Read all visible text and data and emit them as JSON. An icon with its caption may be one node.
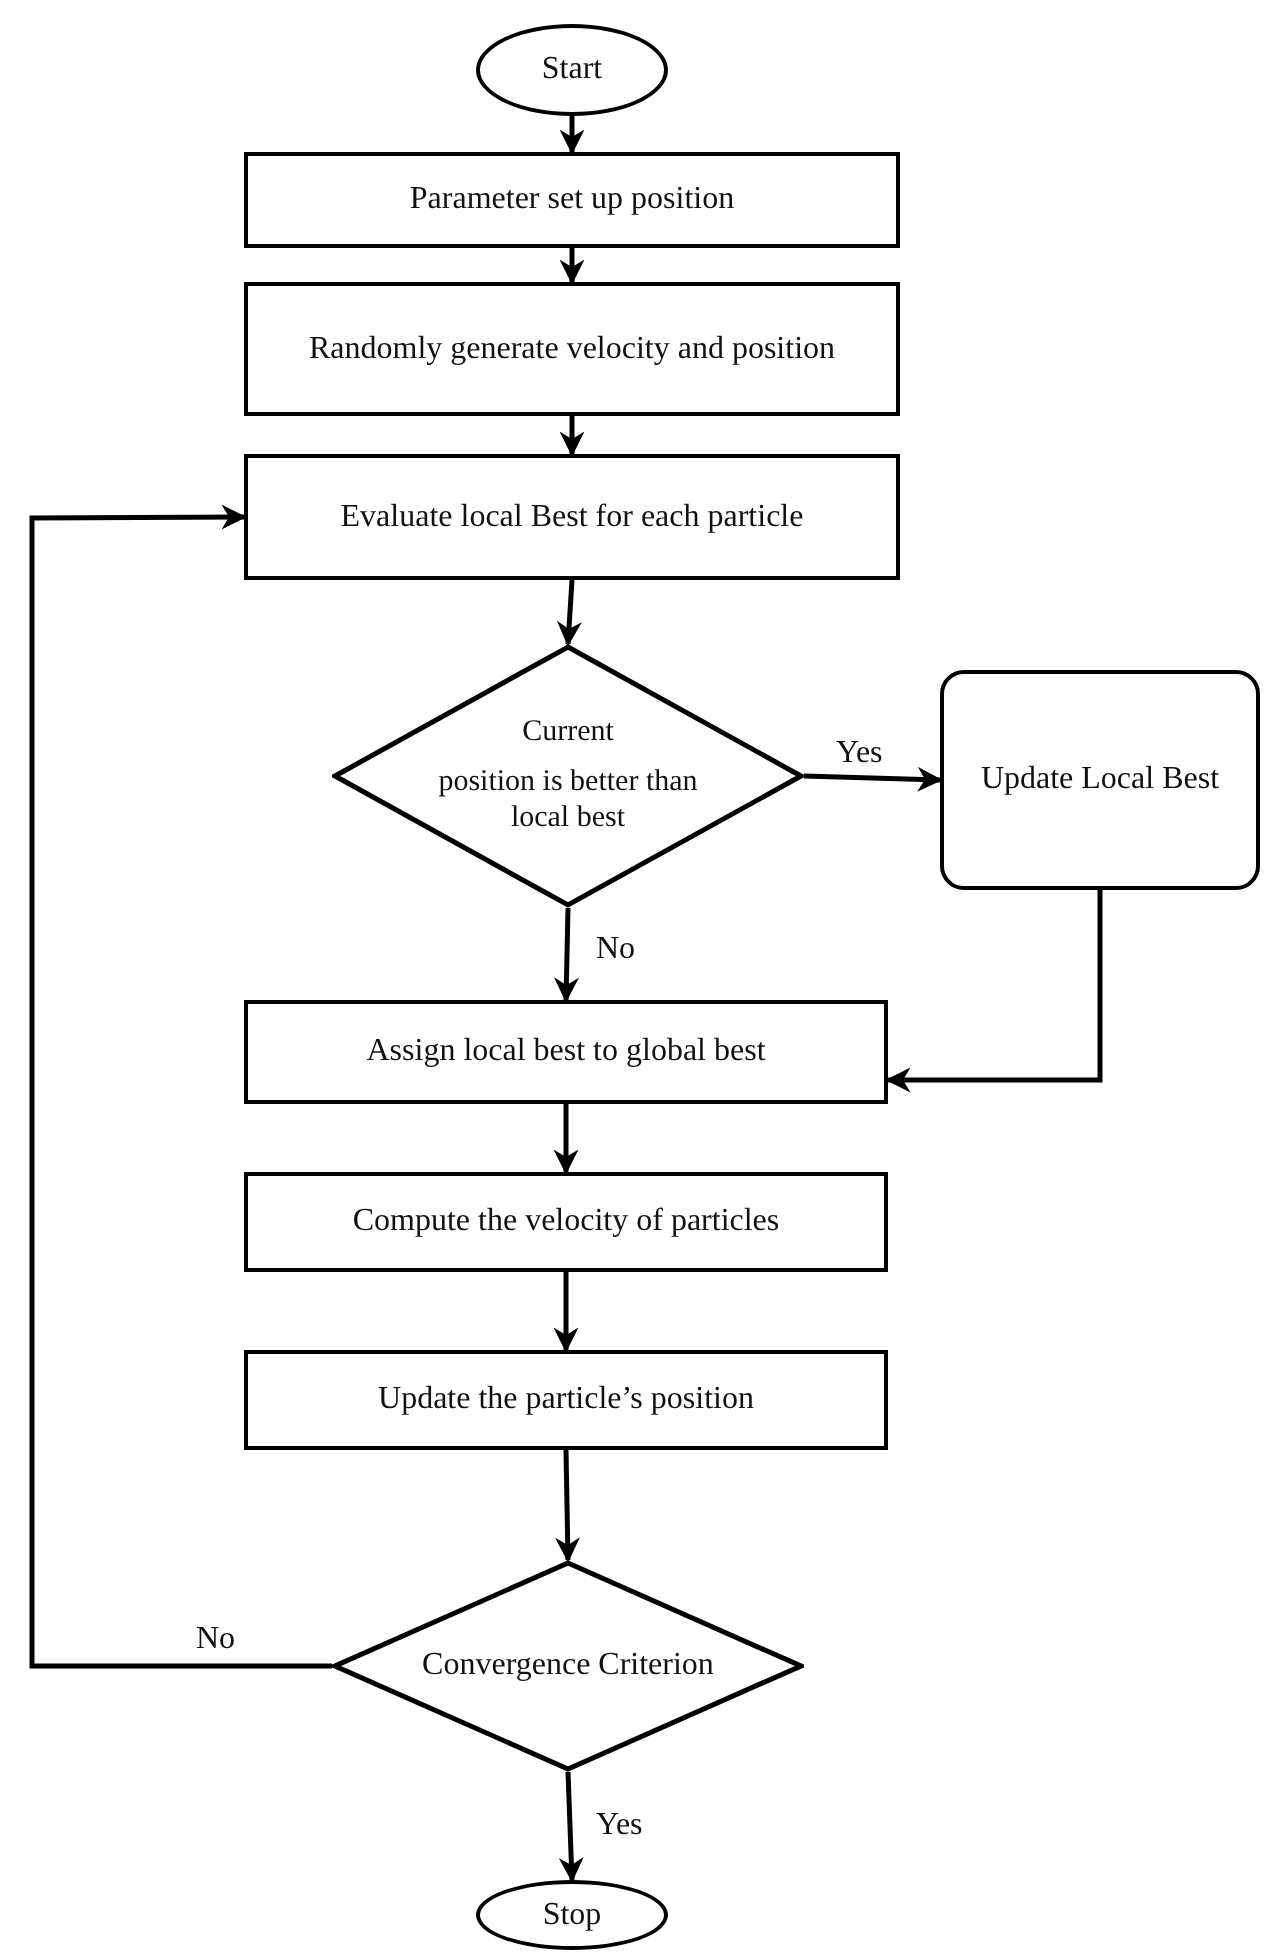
{
  "diagram": {
    "nodes": [
      {
        "text": [
          "Start"
        ]
      },
      {
        "text": [
          "Parameter set up position"
        ]
      },
      {
        "text": [
          "Randomly generate velocity and position"
        ]
      },
      {
        "text": [
          "Evaluate local Best for each particle"
        ]
      },
      {
        "text": [
          "Current",
          "position is better than local best"
        ]
      },
      {
        "text": [
          "Update Local Best"
        ]
      },
      {
        "text": [
          "Assign local best to global best"
        ]
      },
      {
        "text": [
          "Compute the velocity of particles"
        ]
      },
      {
        "text": [
          "Update the particle’s position"
        ]
      },
      {
        "text": [
          "Convergence Criterion"
        ]
      },
      {
        "text": [
          "Stop"
        ]
      }
    ],
    "edges": [
      {
        "from": 0,
        "to": 1,
        "arrow": "to"
      },
      {
        "from": 1,
        "to": 2,
        "arrow": "to"
      },
      {
        "from": 2,
        "to": 3,
        "arrow": "to"
      },
      {
        "from": 3,
        "to": 4,
        "arrow": "to"
      },
      {
        "from": 4,
        "to": 5,
        "arrow": "to",
        "label": "Yes"
      },
      {
        "from": 4,
        "to": 6,
        "arrow": "to",
        "label": "No"
      },
      {
        "from": 5,
        "to": 6,
        "arrow": "to"
      },
      {
        "from": 6,
        "to": 7,
        "arrow": "to"
      },
      {
        "from": 7,
        "to": 8,
        "arrow": "to"
      },
      {
        "from": 8,
        "to": 9,
        "arrow": "to"
      },
      {
        "from": 9,
        "to": 3,
        "arrow": "to",
        "label": "No"
      },
      {
        "from": 9,
        "to": 10,
        "arrow": "to",
        "label": "Yes"
      }
    ]
  }
}
